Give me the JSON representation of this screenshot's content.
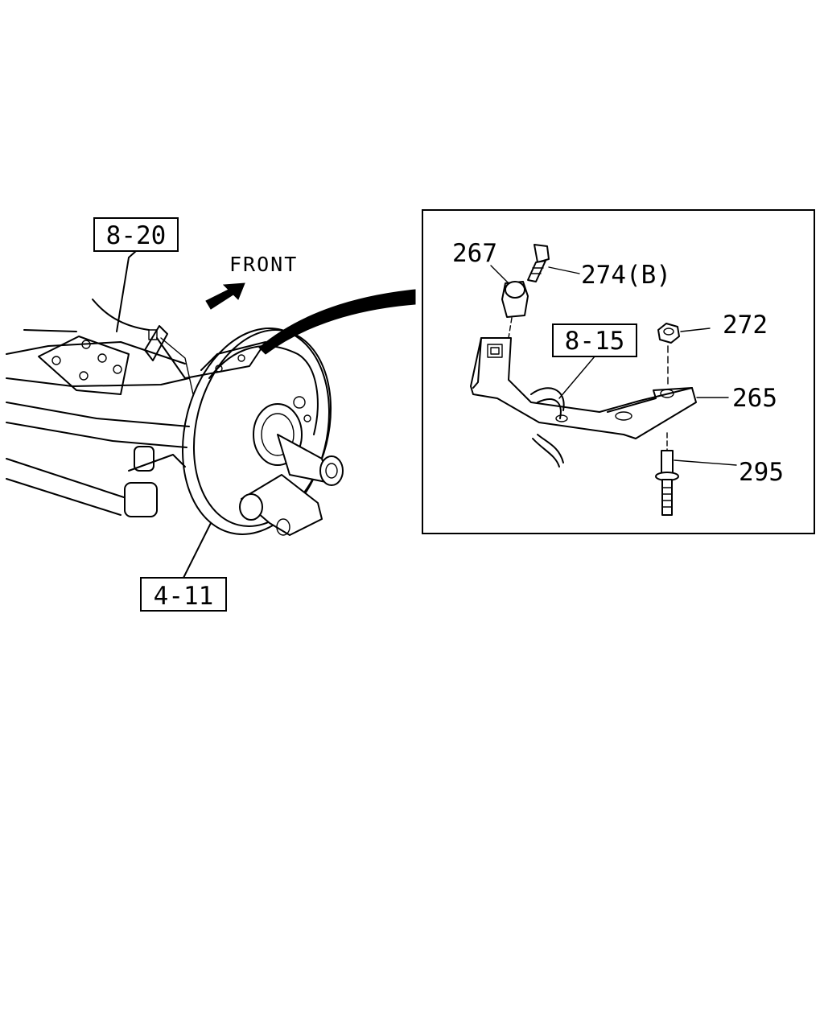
{
  "direction_label": "FRONT",
  "references": {
    "ref_8_20": "8-20",
    "ref_4_11": "4-11",
    "ref_8_15": "8-15"
  },
  "parts": {
    "p267": "267",
    "p274": "274(B)",
    "p272": "272",
    "p265": "265",
    "p295": "295"
  }
}
